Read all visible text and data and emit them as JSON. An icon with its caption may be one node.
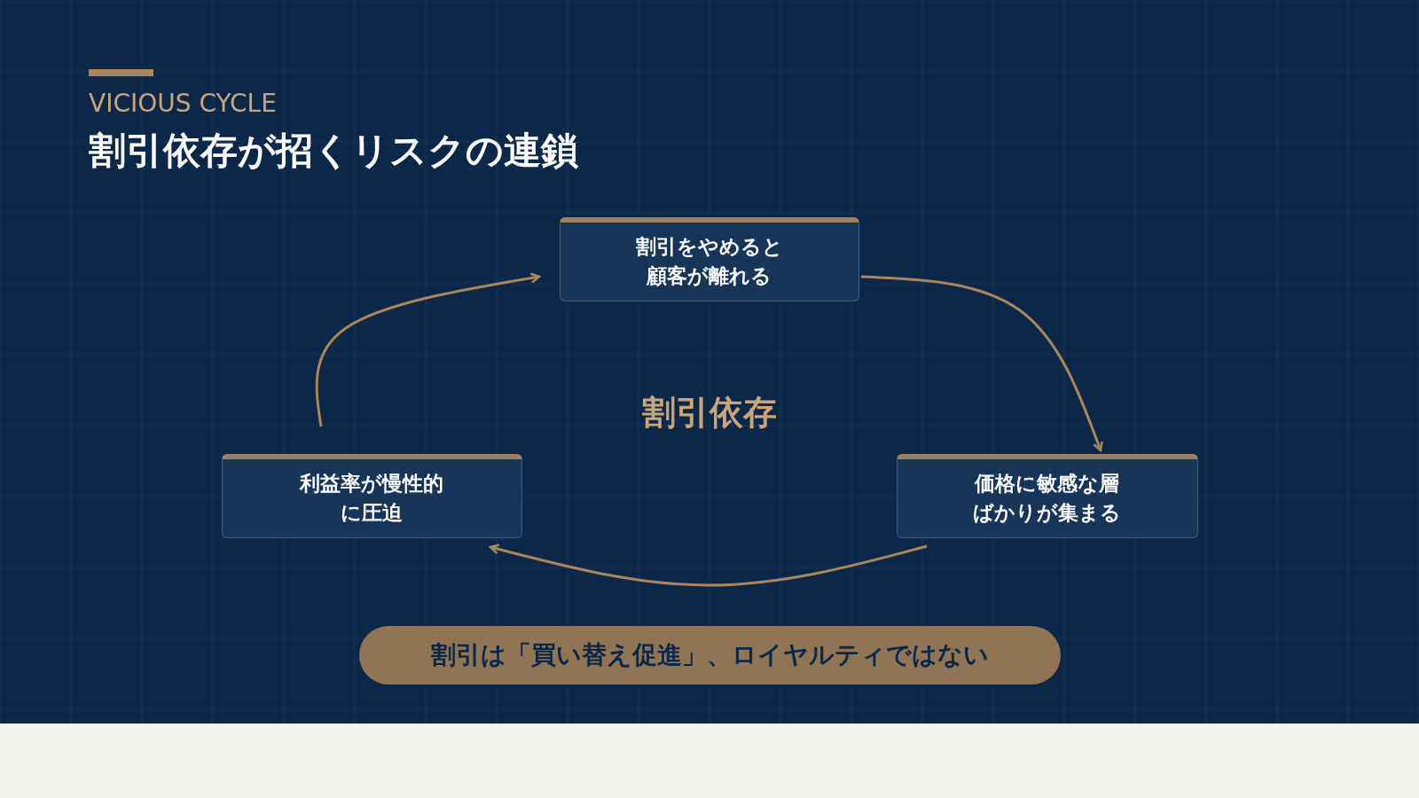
{
  "diagram": {
    "title": "割引依存が招くリスクの連鎖",
    "nodes": [
      {
        "text": [
          "割引をやめると顧客が離れる"
        ]
      },
      {
        "text": [
          "価格に敏感な層ばかりが集まる"
        ]
      },
      {
        "text": [
          "利益率が慢性的に圧迫"
        ]
      },
      {
        "text": [
          "割引は「買い替え促進」、ロイヤルティではない"
        ]
      }
    ],
    "edges": [
      {
        "from": 0,
        "to": 1,
        "arrow": "to"
      },
      {
        "from": 1,
        "to": 2,
        "arrow": "to"
      },
      {
        "from": 2,
        "to": 0,
        "arrow": "to"
      }
    ],
    "labels": [
      "VICIOUS CYCLE",
      "割引依存"
    ]
  }
}
